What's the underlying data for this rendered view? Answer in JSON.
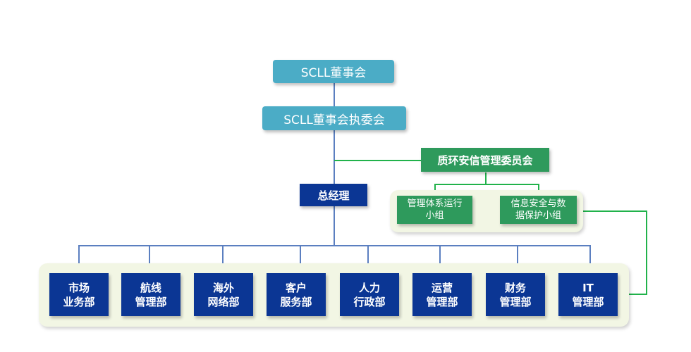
{
  "board": {
    "label": "SCLL董事会"
  },
  "exec_committee": {
    "label": "SCLL董事会执委会"
  },
  "general_manager": {
    "label": "总经理"
  },
  "qesi_committee": {
    "label": "质环安信管理委员会",
    "groups": [
      {
        "label": "管理体系运行\n小组"
      },
      {
        "label": "信息安全与数\n据保护小组"
      }
    ]
  },
  "departments": [
    {
      "label": "市场\n业务部"
    },
    {
      "label": "航线\n管理部"
    },
    {
      "label": "海外\n网络部"
    },
    {
      "label": "客户\n服务部"
    },
    {
      "label": "人力\n行政部"
    },
    {
      "label": "运营\n管理部"
    },
    {
      "label": "财务\n管理部"
    },
    {
      "label": "IT\n管理部"
    }
  ],
  "colors": {
    "board": "#4BACC6",
    "department": "#0B3694",
    "committee": "#2E9A5C",
    "panel": "#F2F6E4",
    "blue_line": "#5B7FC0",
    "green_line": "#21B24B"
  }
}
